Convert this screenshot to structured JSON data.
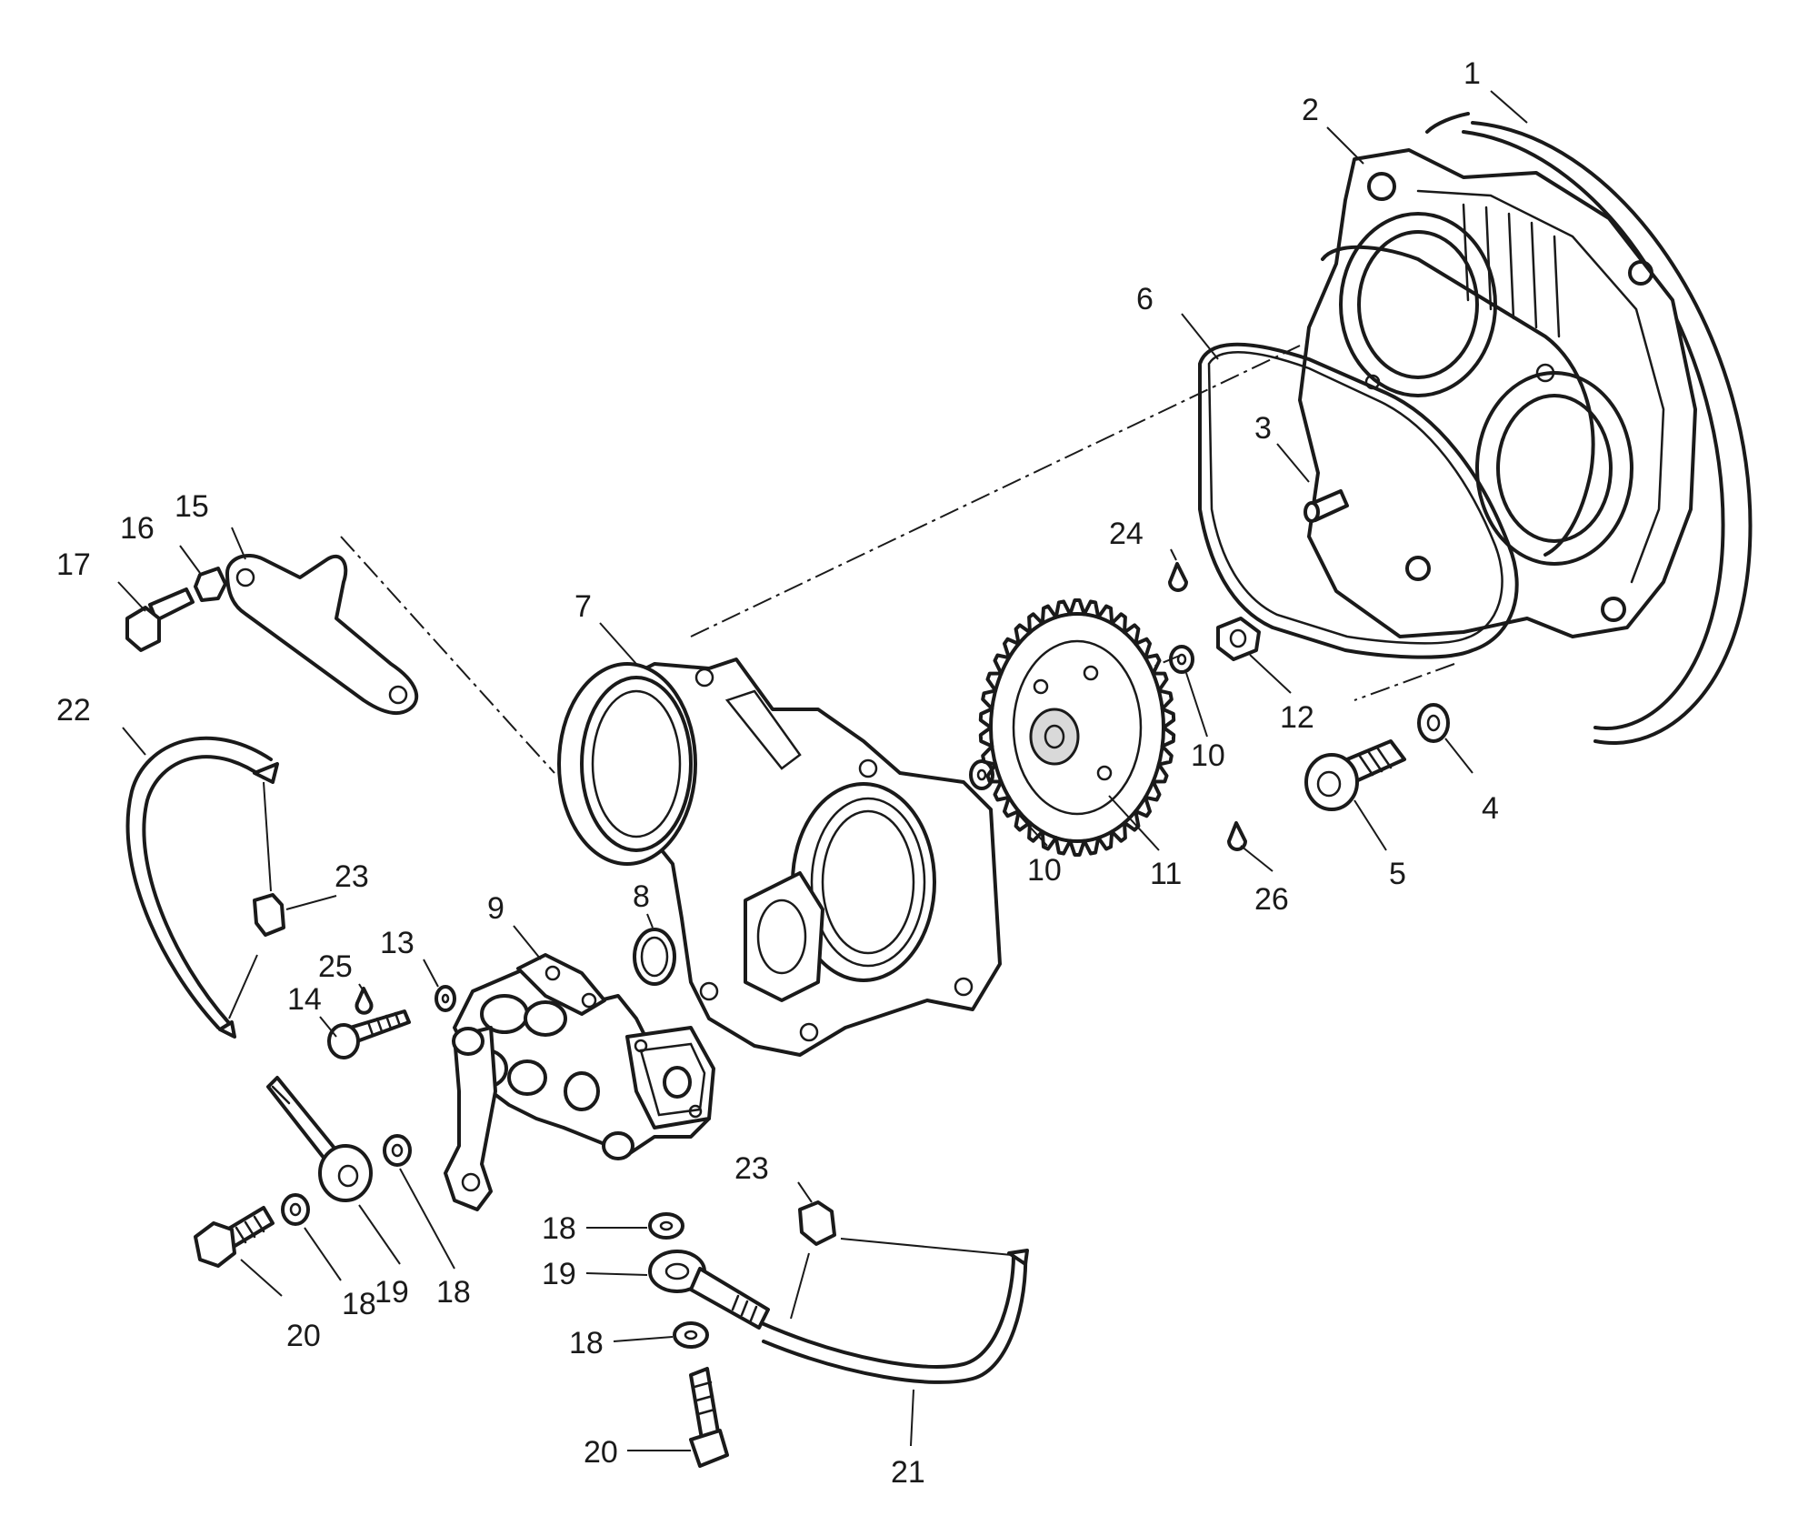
{
  "colors": {
    "line": "#1a1a1a",
    "background": "#ffffff",
    "shade": "#d9d9d9"
  },
  "callouts": {
    "c1": "1",
    "c2": "2",
    "c3": "3",
    "c4": "4",
    "c5": "5",
    "c6": "6",
    "c7": "7",
    "c8": "8",
    "c9": "9",
    "c10a": "10",
    "c10b": "10",
    "c11": "11",
    "c12": "12",
    "c13": "13",
    "c14": "14",
    "c15": "15",
    "c16": "16",
    "c17": "17",
    "c18a": "18",
    "c18b": "18",
    "c18c": "18",
    "c18d": "18",
    "c19a": "19",
    "c19b": "19",
    "c20a": "20",
    "c20b": "20",
    "c21": "21",
    "c22": "22",
    "c23a": "23",
    "c23b": "23",
    "c24": "24",
    "c25": "25",
    "c26": "26"
  }
}
